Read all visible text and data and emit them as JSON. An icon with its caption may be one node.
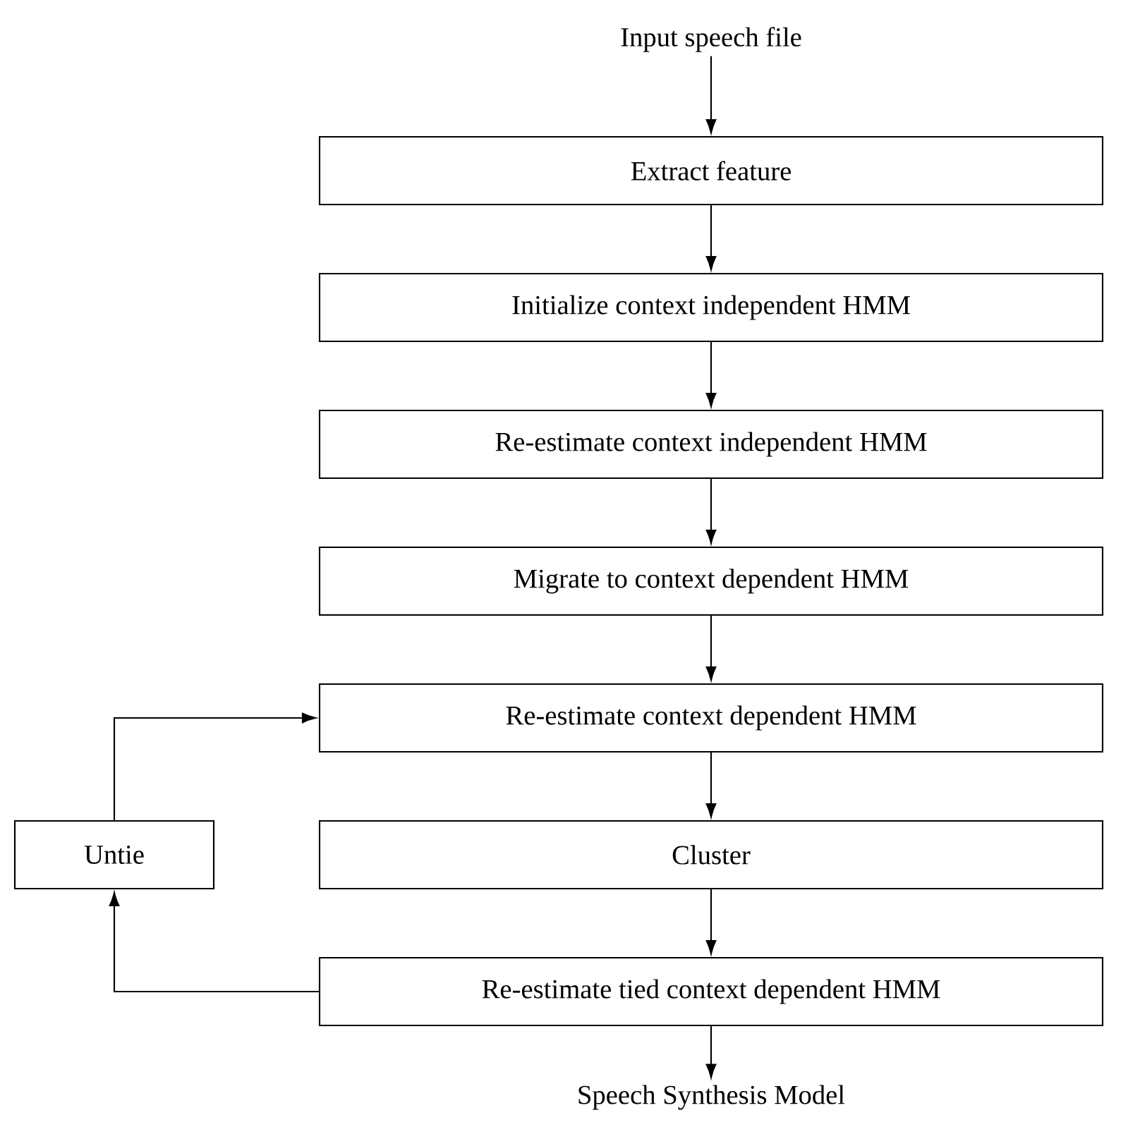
{
  "diagram": {
    "nodes": [
      {
        "text": [
          "Input speech file"
        ]
      },
      {
        "text": [
          "Extract feature"
        ]
      },
      {
        "text": [
          "Initialize context independent HMM"
        ]
      },
      {
        "text": [
          "Re-estimate context independent HMM"
        ]
      },
      {
        "text": [
          "Migrate to context dependent HMM"
        ]
      },
      {
        "text": [
          "Re-estimate context dependent HMM"
        ]
      },
      {
        "text": [
          "Untie"
        ]
      },
      {
        "text": [
          "Cluster"
        ]
      },
      {
        "text": [
          "Re-estimate tied context dependent HMM"
        ]
      },
      {
        "text": [
          "Speech Synthesis Model"
        ]
      }
    ],
    "edges": [
      {
        "from": 0,
        "to": 1,
        "arrow": "to"
      },
      {
        "from": 1,
        "to": 2,
        "arrow": "to"
      },
      {
        "from": 2,
        "to": 3,
        "arrow": "to"
      },
      {
        "from": 3,
        "to": 4,
        "arrow": "to"
      },
      {
        "from": 4,
        "to": 5,
        "arrow": "to"
      },
      {
        "from": 5,
        "to": 7,
        "arrow": "to"
      },
      {
        "from": 7,
        "to": 8,
        "arrow": "to"
      },
      {
        "from": 8,
        "to": 9,
        "arrow": "to"
      },
      {
        "from": 8,
        "to": 6,
        "arrow": "to"
      },
      {
        "from": 6,
        "to": 5,
        "arrow": "to"
      }
    ]
  }
}
